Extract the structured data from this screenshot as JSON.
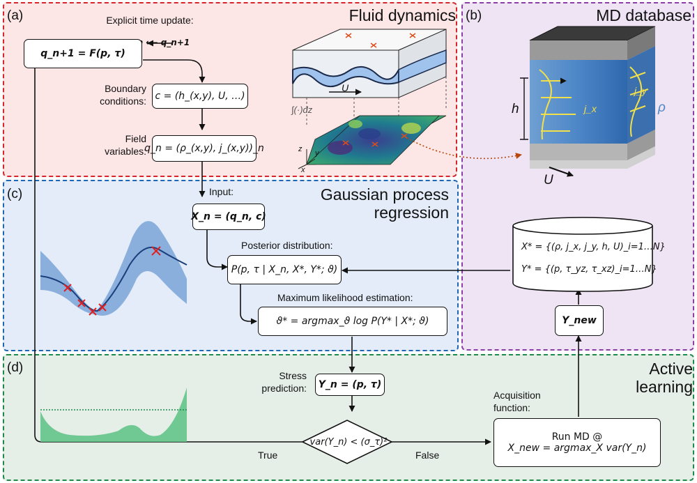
{
  "panels": {
    "a": {
      "tag": "(a)",
      "title": "Fluid dynamics"
    },
    "b": {
      "tag": "(b)",
      "title": "MD database"
    },
    "c": {
      "tag": "(c)",
      "title": "Gaussian process\nregression"
    },
    "d": {
      "tag": "(d)",
      "title": "Active\nlearning"
    }
  },
  "colors": {
    "red": "#d7262b",
    "purple": "#8b3fa6",
    "blue": "#1f66b3",
    "green": "#1d8a49",
    "bg_a": "#fde6e6",
    "bg_b": "#efe4f4",
    "bg_c": "#e3ecf8",
    "bg_d": "#e5efe7"
  },
  "labels": {
    "explicit": "Explicit time update:",
    "boundary": "Boundary\nconditions:",
    "field": "Field\nvariables:",
    "input": "Input:",
    "posterior": "Posterior distribution:",
    "mle": "Maximum likelihood estimation:",
    "stress": "Stress\nprediction:",
    "acq": "Acquisition\nfunction:",
    "true": "True",
    "false": "False"
  },
  "boxes": {
    "update": "q_n+1 = F(p, τ)",
    "qn_arrow": "q_n ⟵ q_n+1",
    "bc": "c = (h_(x,y), U, …)",
    "fv": "q_n = (ρ_(x,y), j_(x,y))_n",
    "input": "X_n = (q_n, c)",
    "posterior": "P(p, τ | X_n, X*, Y*; ϑ)",
    "mle": "ϑ* = argmax_ϑ log P(Y* | X*; ϑ)",
    "stress": "Y_n = (p, τ)",
    "decision": "var(Y_n) < (σ_τ)²",
    "runmd_1": "Run MD @",
    "runmd_2": "X_new = argmax_X var(Y_n)",
    "ynew": "Y_new",
    "db_x": "X* = {(ρ, j_x, j_y, h, U)_i=1…N}",
    "db_y": "Y* = {(p, τ_yz, τ_xz)_i=1…N}"
  },
  "figure_text": {
    "U_a": "U",
    "integral": "∫(·)dz",
    "z": "z",
    "y": "y",
    "x": "x",
    "h_b": "h",
    "jx": "j_x",
    "jy": "j_y",
    "rho": "ρ",
    "U_b": "U"
  }
}
